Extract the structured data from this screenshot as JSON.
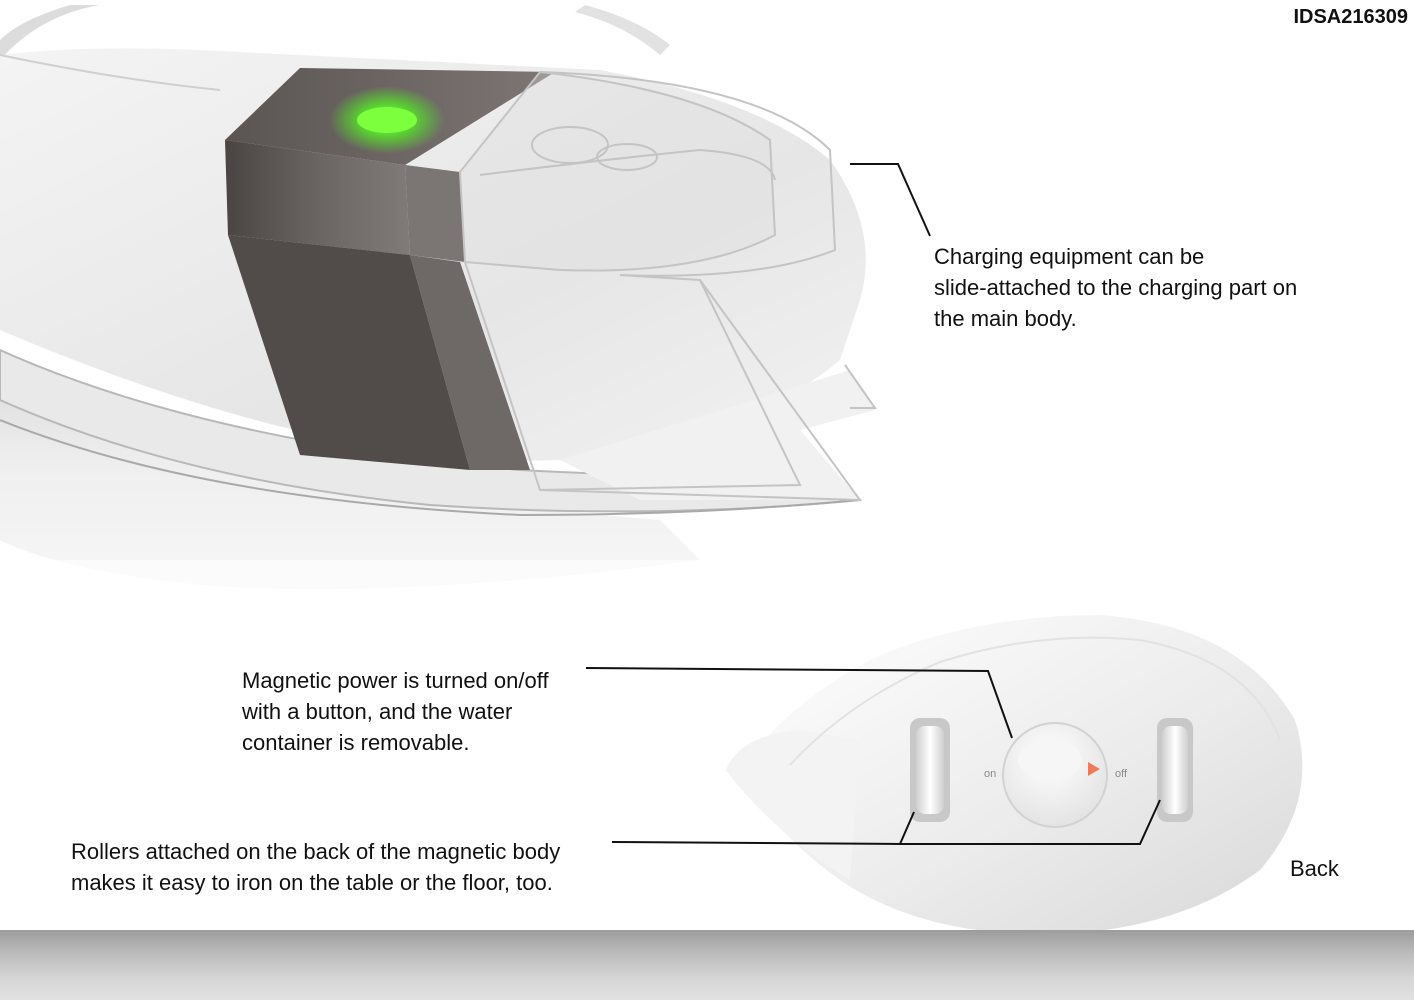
{
  "doc_id": "IDSA216309",
  "captions": {
    "charging": "Charging equipment can be\nslide-attached to the charging part on\nthe main body.",
    "magnetic": "Magnetic power is turned on/off\nwith a button, and the water\ncontainer is removable.",
    "rollers": "Rollers attached on the back of the magnetic body\nmakes it easy to iron on the table or the floor, too."
  },
  "back_view": {
    "label": "Back",
    "switch_on": "on",
    "switch_off": "off"
  },
  "colors": {
    "indicator_light": "#57e02a",
    "switch_arrow": "#f07a5a",
    "housing_dark": "#5a5452"
  }
}
